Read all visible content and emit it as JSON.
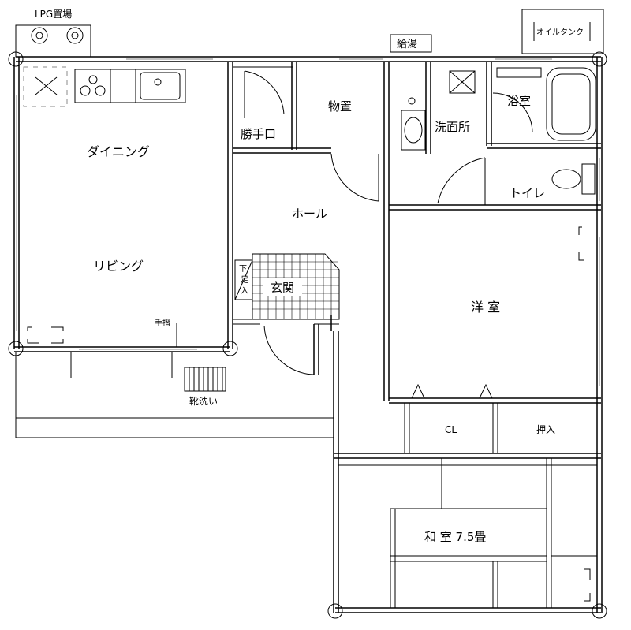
{
  "labels": {
    "lpg": "LPG置場",
    "oil_tank": "オイルタンク",
    "kyuto": "給湯",
    "monooki": "物置",
    "katteguchi": "勝手口",
    "senmenjo": "洗面所",
    "yokushitsu": "浴室",
    "toilet": "トイレ",
    "dining": "ダイニング",
    "hall": "ホール",
    "living": "リビング",
    "genkan": "玄関",
    "getabako_1": "下",
    "getabako_2": "足",
    "getabako_3": "入",
    "yoshitsu": "洋 室",
    "tesuri": "手摺",
    "kutsuarai": "靴洗い",
    "closet": "CL",
    "oshiire": "押入",
    "washitsu": "和 室  7.5畳"
  }
}
